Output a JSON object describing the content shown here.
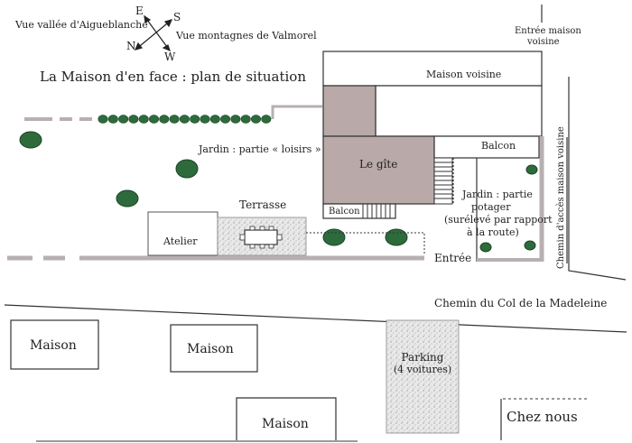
{
  "title": "La Maison d'en face : plan de situation",
  "compass": {
    "n": "N",
    "e": "E",
    "s": "S",
    "w": "W"
  },
  "views": {
    "left": "Vue vallée d'Aigueblanche",
    "right": "Vue montagnes de Valmorel"
  },
  "labels": {
    "maison_voisine": "Maison voisine",
    "entree_maison_voisine_1": "Entrée maison",
    "entree_maison_voisine_2": "voisine",
    "jardin_loisirs": "Jardin : partie « loisirs »",
    "le_gite": "Le gîte",
    "balcon_east": "Balcon",
    "balcon_south": "Balcon",
    "terrasse": "Terrasse",
    "atelier": "Atelier",
    "potager_1": "Jardin : partie",
    "potager_2": "potager",
    "potager_3": "(surélevé par rapport",
    "potager_4": "à la route)",
    "entree": "Entrée",
    "chemin_acces": "Chemin d'accès maison voisine",
    "chemin_col": "Chemin du Col de la Madeleine",
    "maison_1": "Maison",
    "maison_2": "Maison",
    "maison_3": "Maison",
    "parking_1": "Parking",
    "parking_2": "(4 voitures)",
    "chez_nous": "Chez nous"
  },
  "colors": {
    "gite_fill": "#b9aaa9",
    "wall_grey": "#b8b0b0",
    "hedge_green": "#2e6b3c",
    "gravel": "#e4e4e4",
    "line": "#333333"
  }
}
